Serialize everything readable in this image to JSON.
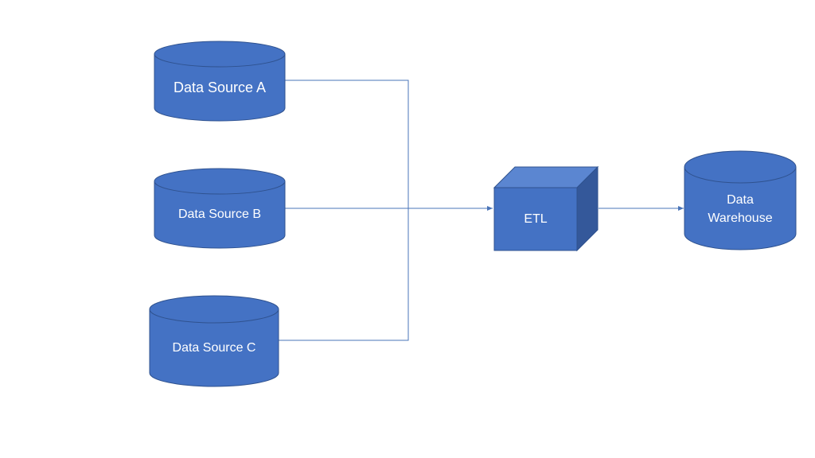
{
  "diagram": {
    "sources": [
      {
        "label": "Data Source A"
      },
      {
        "label": "Data Source B"
      },
      {
        "label": "Data Source C"
      }
    ],
    "etl": {
      "label": "ETL"
    },
    "warehouse": {
      "line1": "Data",
      "line2": "Warehouse"
    }
  },
  "colors": {
    "fill": "#4472C4",
    "stroke": "#2F528F",
    "cube_top": "#5B86D1",
    "cube_side": "#34589A",
    "connector": "#4A74B8"
  }
}
